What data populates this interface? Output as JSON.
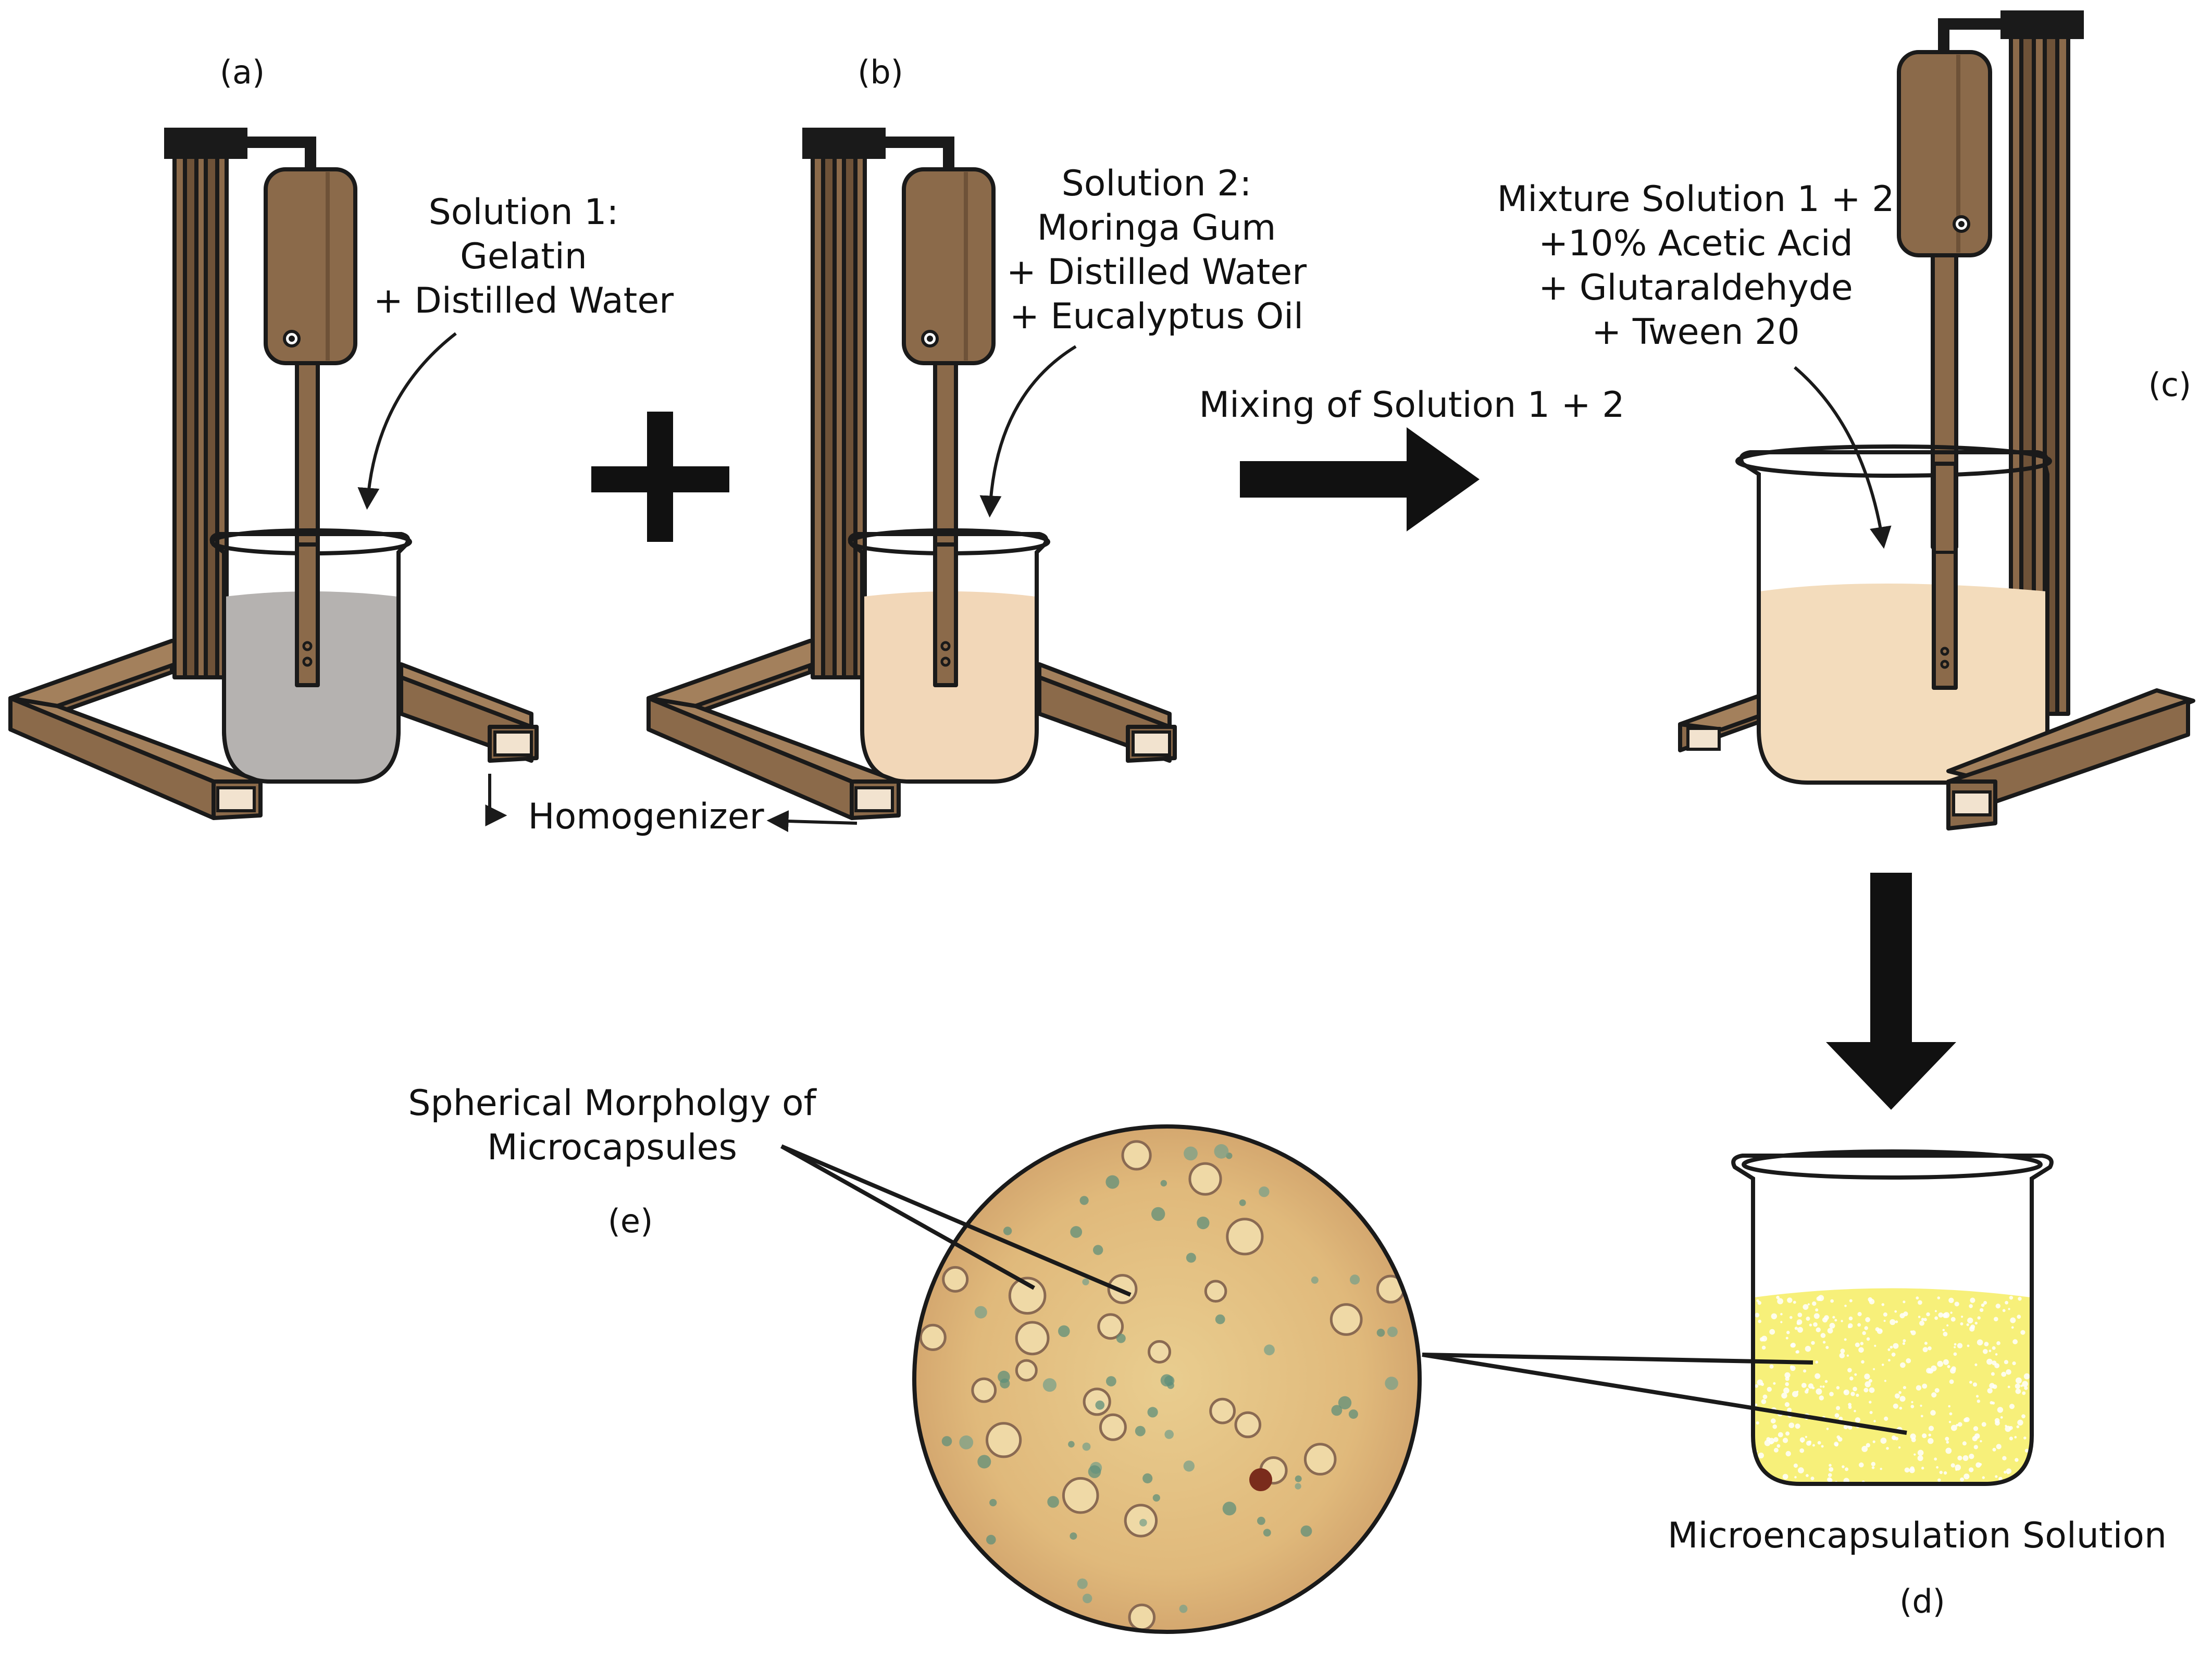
{
  "panels": {
    "a": "(a)",
    "b": "(b)",
    "c": "(c)",
    "d": "(d)",
    "e": "(e)"
  },
  "solution1": {
    "line1": "Solution 1:",
    "line2": "Gelatin",
    "line3": "+ Distilled Water"
  },
  "solution2": {
    "line1": "Solution 2:",
    "line2": "Moringa Gum",
    "line3": "+ Distilled Water",
    "line4": "+ Eucalyptus Oil"
  },
  "homogenizer_label": "Homogenizer",
  "mixing_label": "Mixing of Solution 1 + 2",
  "mixture": {
    "line1": "Mixture Solution 1 + 2",
    "line2": "+10% Acetic Acid",
    "line3": "+ Glutaraldehyde",
    "line4": "+ Tween 20"
  },
  "microencapsulation_label": "Microencapsulation Solution",
  "morphology": {
    "line1": "Spherical Morpholgy of",
    "line2": "Microcapsules"
  },
  "colors": {
    "wood": "#8b6a4a",
    "wood_dark": "#6e5238",
    "solution1_liquid": "#b5b2b0",
    "solution2_liquid": "#f2d7b8",
    "mixture_liquid": "#f3dcbc",
    "micro_liquid": "#f7f07a",
    "micro_view": "#e3bf7e"
  }
}
